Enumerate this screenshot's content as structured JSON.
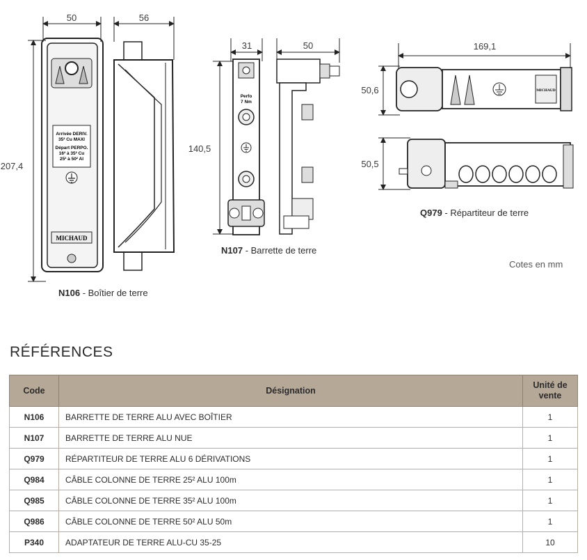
{
  "dimensions": {
    "n106_width": "50",
    "n106_depth": "56",
    "n106_height": "207,4",
    "n107_width": "31",
    "n107_depth": "50",
    "n107_height": "140,5",
    "q979_length": "169,1",
    "q979_height_top": "50,6",
    "q979_height_side": "50,5"
  },
  "box_labels": {
    "top": "Arrivée DERIV.",
    "top2": "35² Cu MAXI",
    "mid": "Départ PERPO.",
    "mid2": "16² à 35² Cu",
    "mid3": "25² à 50² Al",
    "brand": "MICHAUD",
    "bar_label": "Perfo",
    "bar_label2": "7 Nm",
    "q979_brand": "MICHAUD"
  },
  "captions": {
    "n106_code": "N106",
    "n106_text": " - Boîtier de terre",
    "n107_code": "N107",
    "n107_text": " - Barrette de terre",
    "q979_code": "Q979",
    "q979_text": " - Répartiteur de terre",
    "units": "Cotes en mm"
  },
  "section_title": "RÉFÉRENCES",
  "table": {
    "headers": {
      "code": "Code",
      "designation": "Désignation",
      "unit_line1": "Unité de",
      "unit_line2": "vente"
    },
    "rows": [
      {
        "code": "N106",
        "designation": "BARRETTE DE TERRE ALU AVEC BOÎTIER",
        "unit": "1"
      },
      {
        "code": "N107",
        "designation": "BARRETTE DE TERRE ALU NUE",
        "unit": "1"
      },
      {
        "code": "Q979",
        "designation": "RÉPARTITEUR DE TERRE ALU 6 DÉRIVATIONS",
        "unit": "1"
      },
      {
        "code": "Q984",
        "designation": "CÂBLE COLONNE DE TERRE 25² ALU 100m",
        "unit": "1"
      },
      {
        "code": "Q985",
        "designation": "CÂBLE COLONNE DE TERRE 35² ALU 100m",
        "unit": "1"
      },
      {
        "code": "Q986",
        "designation": "CÂBLE COLONNE DE TERRE 50² ALU 50m",
        "unit": "1"
      },
      {
        "code": "P340",
        "designation": "ADAPTATEUR DE TERRE ALU-CU 35-25",
        "unit": "10"
      }
    ]
  }
}
